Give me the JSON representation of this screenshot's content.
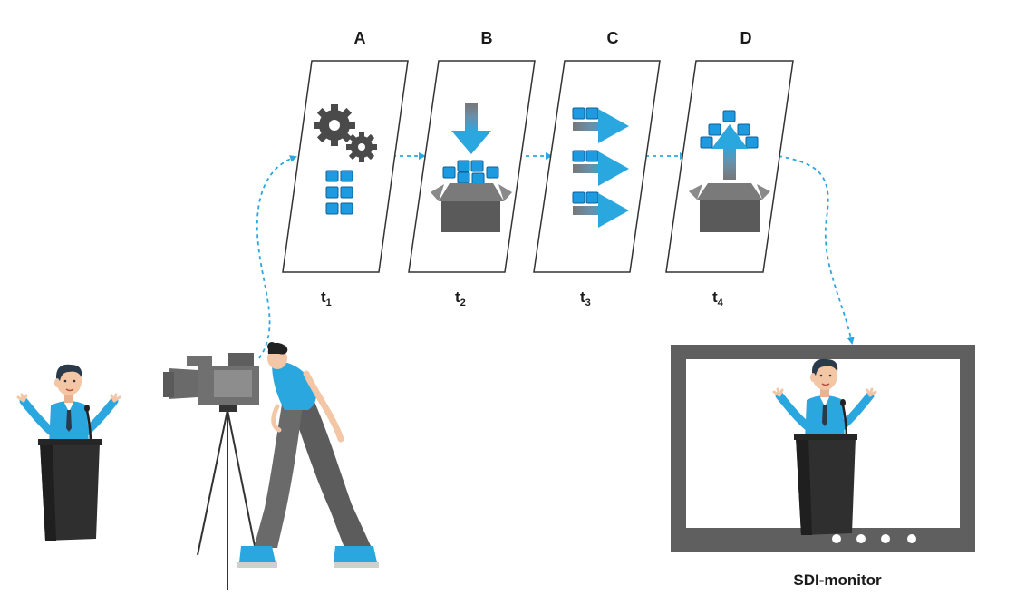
{
  "stages": [
    {
      "letter": "A",
      "time_base": "t",
      "time_sub": "1"
    },
    {
      "letter": "B",
      "time_base": "t",
      "time_sub": "2"
    },
    {
      "letter": "C",
      "time_base": "t",
      "time_sub": "3"
    },
    {
      "letter": "D",
      "time_base": "t",
      "time_sub": "4"
    }
  ],
  "monitor": {
    "caption": "SDI-monitor"
  },
  "colors": {
    "accent_blue": "#2AA7DF",
    "block_blue": "#1E9BE0",
    "block_outline": "#0E5F99",
    "dark_gray": "#3c3c3c",
    "mid_gray": "#666666",
    "monitor_frame": "#5f5f5f"
  },
  "icons": {
    "stage_a": "gears-icon",
    "stage_b": "box-in-icon",
    "stage_c": "stream-arrows-icon",
    "stage_d": "box-out-icon"
  }
}
